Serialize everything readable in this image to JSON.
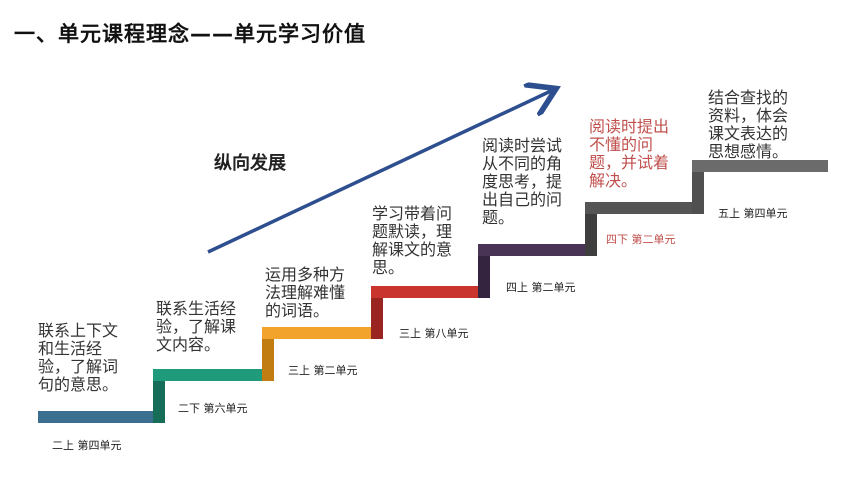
{
  "title": "一、单元课程理念——单元学习价值",
  "direction_label": "纵向发展",
  "steps": [
    {
      "unit": "二上 第四单元",
      "text": "联系上下文\n和生活经\n验，了解词\n句的意思。",
      "color": "#3b6e8f"
    },
    {
      "unit": "二下 第六单元",
      "text": "联系生活经\n验，了解课\n文内容。",
      "color": "#1f9a7b"
    },
    {
      "unit": "三上 第二单元",
      "text": "运用多种方\n法理解难懂\n的词语。",
      "color": "#f1a32b"
    },
    {
      "unit": "三上 第八单元",
      "text": "学习带着问\n题默读，理\n解课文的意\n思。",
      "color": "#c9352e"
    },
    {
      "unit": "四上 第二单元",
      "text": "阅读时尝试\n从不同的角\n度思考，提\n出自己的问\n题。",
      "color": "#4a3456"
    },
    {
      "unit": "四下 第二单元",
      "text": "阅读时提出\n不懂的问\n题，并试着\n解决。",
      "color": "#555555",
      "highlight": true
    },
    {
      "unit": "五上 第四单元",
      "text": "结合查找的\n资料，体会\n课文表达的\n思想感情。",
      "color": "#6b6b6b"
    }
  ],
  "highlight_color": "#c0504d",
  "arrow_color": "#2e4f8f"
}
